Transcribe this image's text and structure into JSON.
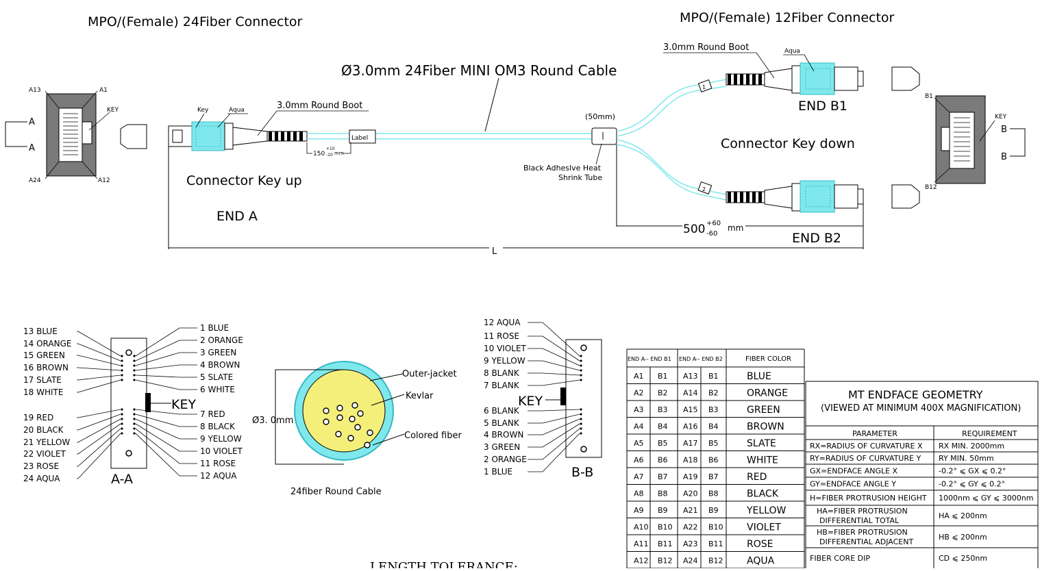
{
  "titles": {
    "left_connector": "MPO/(Female) 24Fiber Connector",
    "right_connector": "MPO/(Female) 12Fiber Connector",
    "cable": "Ø3.0mm 24Fiber  MINI OM3 Round Cable"
  },
  "labels": {
    "boot_a": "3.0mm Round Boot",
    "boot_b": "3.0mm Round Boot",
    "key": "Key",
    "aqua_a": "Aqua",
    "aqua_b": "Aqua",
    "label_box": "Label",
    "dim_150": "150",
    "dim_150_tol_up": "+10",
    "dim_150_tol_dn": "-10",
    "dim_150_unit": "mm",
    "fifty": "(50mm)",
    "shrink_1": "Black Adheslve Heat",
    "shrink_2": "Shrink Tube",
    "key_up": "Connector Key up",
    "key_down": "Connector Key down",
    "end_a": "END A",
    "end_b1": "END B1",
    "end_b2": "END B2",
    "dim_500": "500",
    "dim_500_up": "+60",
    "dim_500_dn": "-60",
    "dim_500_unit": "mm",
    "dim_L": "L",
    "branch_1": "1",
    "branch_2": "2",
    "pin_a13": "A13",
    "pin_a1": "A1",
    "pin_a24": "A24",
    "pin_a12": "A12",
    "key_small": "KEY",
    "letter_a1": "A",
    "letter_a2": "A",
    "pin_b1": "B1",
    "pin_b12": "B12",
    "letter_b1": "B",
    "letter_b2": "B",
    "key_small_b": "KEY",
    "section_aa": "A-A",
    "section_bb": "B-B",
    "key_big_a": "KEY",
    "key_big_b": "KEY",
    "diameter": "Ø3. 0mm",
    "outer_jacket": "Outer-jacket",
    "kevlar": "Kevlar",
    "colored_fiber": "Colored fiber",
    "round_cable": "24fiber Round Cable",
    "length_tol": "LENGTH TOLERANCE:"
  },
  "aa_left": [
    "13 BLUE",
    "14 ORANGE",
    "15 GREEN",
    "16 BROWN",
    "17 SLATE",
    "18 WHITE",
    "19 RED",
    "20 BLACK",
    "21 YELLOW",
    "22 VIOLET",
    "23 ROSE",
    "24 AQUA"
  ],
  "aa_right": [
    "1 BLUE",
    "2 ORANGE",
    "3 GREEN",
    "4 BROWN",
    "5 SLATE",
    "6 WHITE",
    "7 RED",
    "8 BLACK",
    "9 YELLOW",
    "10 VIOLET",
    "11 ROSE",
    "12 AQUA"
  ],
  "bb_list": [
    "12 AQUA",
    "11 ROSE",
    "10 VIOLET",
    "9 YELLOW",
    "8 BLANK",
    "7 BLANK",
    "6 BLANK",
    "5 BLANK",
    "4 BROWN",
    "3 GREEN",
    "2 ORANGE",
    "1 BLUE"
  ],
  "pin_table": {
    "headers": [
      "END  A-- END B1",
      "END A-- END B2",
      "FIBER COLOR"
    ],
    "rows": [
      [
        "A1",
        "B1",
        "A13",
        "B1",
        "BLUE"
      ],
      [
        "A2",
        "B2",
        "A14",
        "B2",
        "ORANGE"
      ],
      [
        "A3",
        "B3",
        "A15",
        "B3",
        "GREEN"
      ],
      [
        "A4",
        "B4",
        "A16",
        "B4",
        "BROWN"
      ],
      [
        "A5",
        "B5",
        "A17",
        "B5",
        "SLATE"
      ],
      [
        "A6",
        "B6",
        "A18",
        "B6",
        "WHITE"
      ],
      [
        "A7",
        "B7",
        "A19",
        "B7",
        "RED"
      ],
      [
        "A8",
        "B8",
        "A20",
        "B8",
        "BLACK"
      ],
      [
        "A9",
        "B9",
        "A21",
        "B9",
        "YELLOW"
      ],
      [
        "A10",
        "B10",
        "A22",
        "B10",
        "VIOLET"
      ],
      [
        "A11",
        "B11",
        "A23",
        "B11",
        "ROSE"
      ],
      [
        "A12",
        "B12",
        "A24",
        "B12",
        "AQUA"
      ]
    ]
  },
  "mt_table": {
    "title": "MT ENDFACE GEOMETRY",
    "subtitle": "(VIEWED AT MINIMUM 400X MAGNIFICATION)",
    "col_param": "PARAMETER",
    "col_req": "REQUIREMENT",
    "rows": [
      [
        "RX=RADIUS OF CURVATURE X",
        "",
        "RX MIN. 2000mm"
      ],
      [
        "RY=RADIUS OF CURVATURE Y",
        "",
        "RY MIN. 50mm"
      ],
      [
        "GX=ENDFACE ANGLE X",
        "",
        "-0.2° ⩽ GX ⩽ 0.2°"
      ],
      [
        "GY=ENDFACE ANGLE Y",
        "",
        "-0.2° ⩽ GY ⩽ 0.2°"
      ],
      [
        "H=FIBER PROTRUSION HEIGHT",
        "",
        "1000nm ⩽ GY ⩽ 3000nm"
      ],
      [
        "HA=FIBER PROTRUSION",
        "DIFFERENTIAL TOTAL",
        "HA ⩽ 200nm"
      ],
      [
        "HB=FIBER PROTRUSION",
        "DIFFERENTIAL  ADJACENT",
        "HB ⩽ 200nm"
      ],
      [
        "FIBER CORE DIP",
        "",
        "CD ⩽ 250nm"
      ]
    ]
  },
  "colors": {
    "aqua": "#7fe8ec",
    "aqua_dark": "#35b8c4",
    "kevlar": "#f4ef7a",
    "housing": "#808080",
    "ink": "#000000"
  }
}
